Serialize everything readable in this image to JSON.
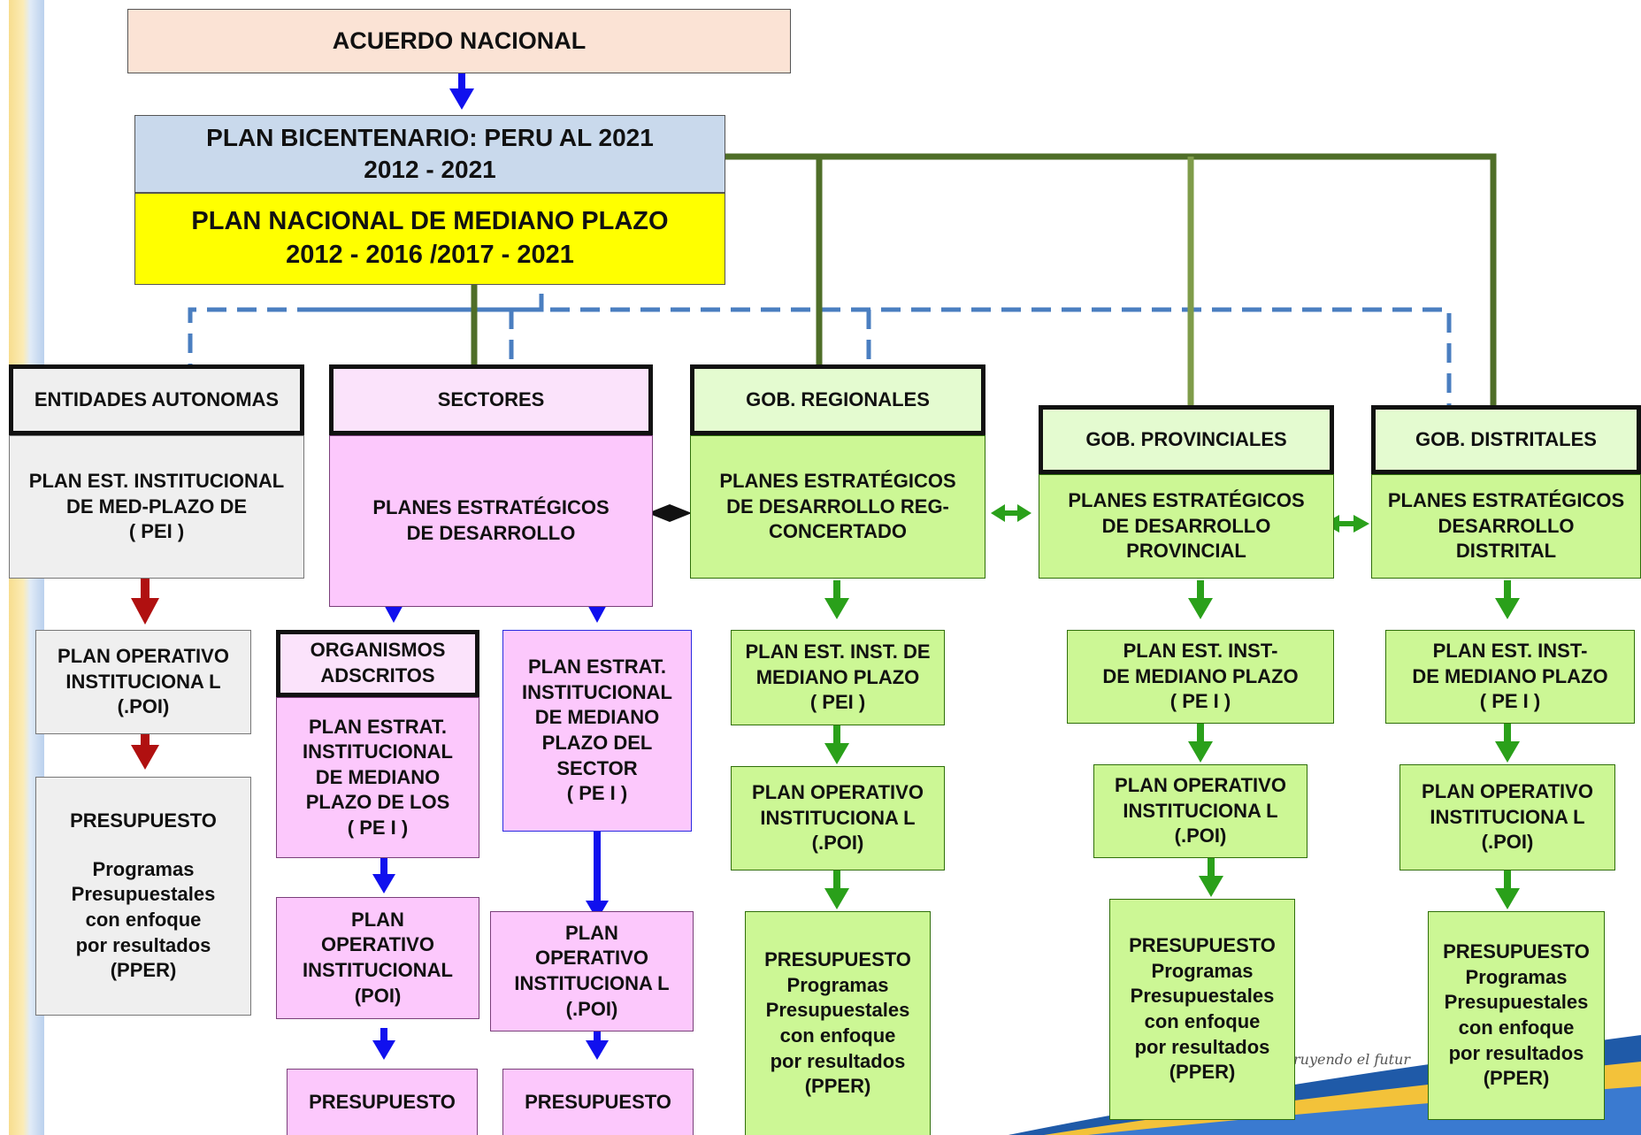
{
  "acuerdo": "ACUERDO NACIONAL",
  "bicentenario": {
    "line1": "PLAN BICENTENARIO: PERU AL 2021",
    "line2": "2012 - 2021"
  },
  "nacional": {
    "line1": "PLAN NACIONAL DE MEDIANO PLAZO",
    "line2": "2012 - 2016 /2017 - 2021"
  },
  "autonomas": {
    "header": "ENTIDADES AUTONOMAS",
    "plan": [
      "PLAN EST. INSTITUCIONAL",
      "DE MED-PLAZO DE",
      "( PEI )"
    ],
    "poi": [
      "PLAN OPERATIVO",
      "INSTITUCIONA L",
      "(.POI)"
    ],
    "presupuesto": [
      "PRESUPUESTO",
      "",
      "Programas",
      "Presupuestales",
      "con enfoque",
      "por resultados",
      "(PPER)"
    ]
  },
  "sectores": {
    "header": "SECTORES",
    "plan": [
      "PLANES ESTRATÉGICOS",
      "DE DESARROLLO"
    ],
    "organismos": [
      "ORGANISMOS",
      "ADSCRITOS"
    ],
    "org_plan": [
      "PLAN  ESTRAT.",
      "INSTITUCIONAL",
      "DE MEDIANO",
      "PLAZO DE LOS",
      "( PE I )"
    ],
    "sector_plan": [
      "PLAN  ESTRAT.",
      "INSTITUCIONAL",
      "DE MEDIANO",
      "PLAZO DEL",
      "SECTOR",
      "( PE I )"
    ],
    "org_poi": [
      "PLAN",
      "OPERATIVO",
      "INSTITUCIONAL",
      "(POI)"
    ],
    "sector_poi": [
      "PLAN",
      "OPERATIVO",
      "INSTITUCIONA L",
      "(.POI)"
    ],
    "org_presupuesto": "PRESUPUESTO",
    "sector_presupuesto": "PRESUPUESTO"
  },
  "regionales": {
    "header": "GOB. REGIONALES",
    "plan": [
      "PLANES ESTRATÉGICOS",
      "DE  DESARROLLO REG-",
      "CONCERTADO"
    ],
    "pei": [
      "PLAN EST. INST. DE",
      "MEDIANO PLAZO",
      "( PEI )"
    ],
    "poi": [
      "PLAN OPERATIVO",
      "INSTITUCIONA L",
      "(.POI)"
    ],
    "presupuesto": [
      "PRESUPUESTO",
      "Programas",
      "Presupuestales",
      "con enfoque",
      "por resultados",
      "(PPER)"
    ]
  },
  "provinciales": {
    "header": "GOB. PROVINCIALES",
    "plan": [
      "PLANES ESTRATÉGICOS",
      "DE DESARROLLO",
      "PROVINCIAL"
    ],
    "pei": [
      "PLAN  EST. INST-",
      "DE MEDIANO PLAZO",
      "( PE I )"
    ],
    "poi": [
      "PLAN OPERATIVO",
      "INSTITUCIONA L",
      "(.POI)"
    ],
    "presupuesto": [
      "PRESUPUESTO",
      "Programas",
      "Presupuestales",
      "con enfoque",
      "por resultados",
      "(PPER)"
    ]
  },
  "distritales": {
    "header": "GOB. DISTRITALES",
    "plan": [
      "PLANES ESTRATÉGICOS",
      "DESARROLLO",
      "DISTRITAL"
    ],
    "pei": [
      "PLAN  EST. INST-",
      "DE MEDIANO PLAZO",
      "( PE I )"
    ],
    "poi": [
      "PLAN OPERATIVO",
      "INSTITUCIONA L",
      "(.POI)"
    ],
    "presupuesto": [
      "PRESUPUESTO",
      "Programas",
      "Presupuestales",
      "con enfoque",
      "por resultados",
      "(PPER)"
    ]
  },
  "watermark": "ruyendo el futur",
  "colors": {
    "acuerdo": "#fbe3d5",
    "bicentenario": "#c9d9ec",
    "nacional": "#ffff00",
    "green_box": "#ccf795",
    "pink_box": "#fcc8fc",
    "grey_box": "#efefef",
    "tree_line": "#4f6e28",
    "tree_line_light": "#7f9c4a",
    "dashed_line": "#4a7ec0",
    "arrow_blue": "#1010ee",
    "arrow_red": "#b01010",
    "arrow_green": "#2aa01a"
  }
}
